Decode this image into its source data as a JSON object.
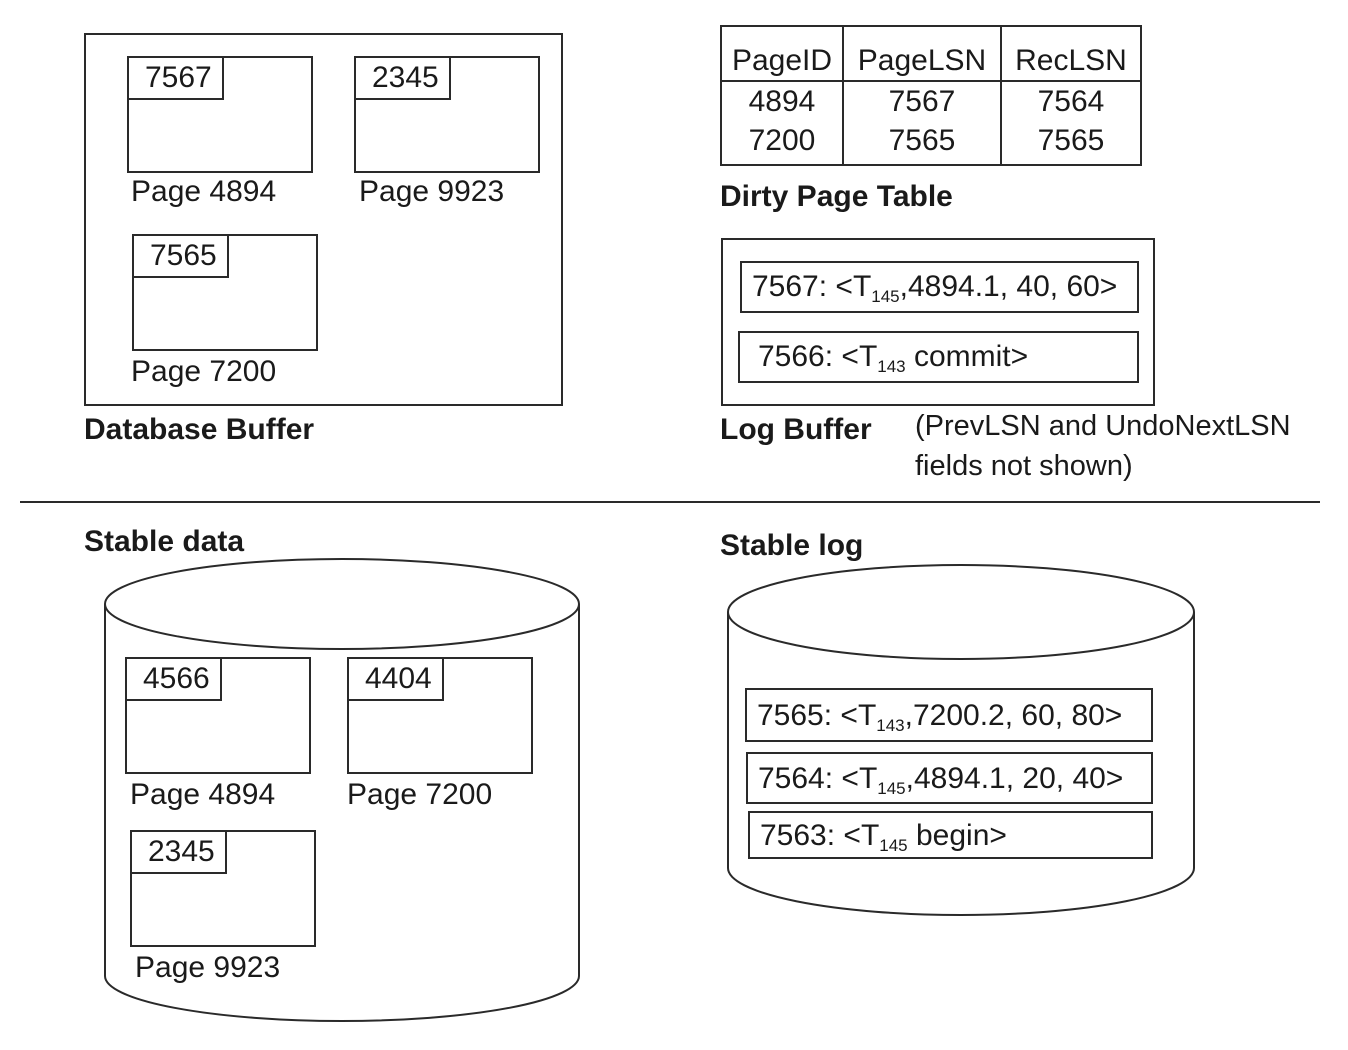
{
  "database_buffer": {
    "label": "Database Buffer",
    "pages": [
      {
        "lsn": "7567",
        "label": "Page 4894"
      },
      {
        "lsn": "2345",
        "label": "Page 9923"
      },
      {
        "lsn": "7565",
        "label": "Page 7200"
      }
    ]
  },
  "dirty_page_table": {
    "label": "Dirty Page Table",
    "headers": [
      "PageID",
      "PageLSN",
      "RecLSN"
    ],
    "rows": [
      [
        "4894",
        "7567",
        "7564"
      ],
      [
        "7200",
        "7565",
        "7565"
      ]
    ]
  },
  "log_buffer": {
    "label": "Log Buffer",
    "note_line1": "(PrevLSN and UndoNextLSN",
    "note_line2": "fields not shown)",
    "records": [
      {
        "lsn": "7567",
        "txn": "145",
        "rest": ",4894.1, 40, 60>"
      },
      {
        "lsn": "7566",
        "txn": "143",
        "rest": " commit>"
      }
    ]
  },
  "stable_data": {
    "label": "Stable data",
    "pages": [
      {
        "lsn": "4566",
        "label": "Page 4894"
      },
      {
        "lsn": "4404",
        "label": "Page 7200"
      },
      {
        "lsn": "2345",
        "label": "Page 9923"
      }
    ]
  },
  "stable_log": {
    "label": "Stable log",
    "records": [
      {
        "lsn": "7565",
        "txn": "143",
        "rest": ",7200.2, 60, 80>"
      },
      {
        "lsn": "7564",
        "txn": "145",
        "rest": ",4894.1, 20, 40>"
      },
      {
        "lsn": "7563",
        "txn": "145",
        "rest": " begin>"
      }
    ]
  },
  "colors": {
    "stroke": "#2a2a2a",
    "text": "#1a1a1a",
    "background": "#ffffff"
  }
}
